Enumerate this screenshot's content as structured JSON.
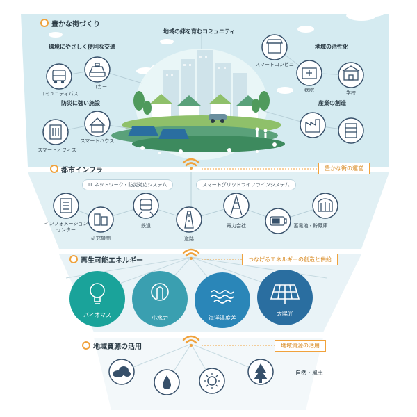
{
  "sections": {
    "town": "豊かな街づくり",
    "infra": "都市インフラ",
    "energy": "再生可能エネルギー",
    "resources": "地域資源の活用"
  },
  "tags": {
    "operation": "豊かな街の運営",
    "energy": "つなげるエネルギーの創造と供給",
    "resources": "地域資源の活用"
  },
  "town": {
    "community": "地域の絆を育むコミュニティ",
    "transport": {
      "title": "環境にやさしく便利な交通",
      "items": [
        "コミュニティバス",
        "エコカー"
      ]
    },
    "disaster": {
      "title": "防災に強い施設",
      "items": [
        "スマートオフィス",
        "スマートハウス"
      ]
    },
    "vitalize": {
      "title": "地域の活性化",
      "items": [
        "スマートコンビニ",
        "病院",
        "学校"
      ]
    },
    "industry": {
      "title": "産業の創造",
      "items": []
    }
  },
  "infra": {
    "network_system": "IT ネットワーク・防災対応システム",
    "grid_system": "スマートグリッドライフラインシステム",
    "items": [
      "インフォメーション\nセンター",
      "研究機関",
      "鉄道",
      "道路",
      "電力会社",
      "蓄電池・貯蔵庫"
    ]
  },
  "energy": {
    "items": [
      "バイオマス",
      "小水力",
      "海洋温度差",
      "太陽光"
    ]
  },
  "resources": {
    "nature": "自然・風土"
  },
  "colors": {
    "accent": "#f0a23c",
    "teal": "#1aa39a",
    "blue": "#2a86b8",
    "navy": "#2a6ea0",
    "icon": "#37506a"
  },
  "icons": {
    "town": [
      "bus-icon",
      "taxi-icon",
      "office-building-icon",
      "house-icon",
      "convenience-store-icon",
      "hospital-icon",
      "school-icon",
      "factory-icon",
      "building-icon"
    ],
    "infra": [
      "information-center-icon",
      "research-icon",
      "train-icon",
      "road-icon",
      "power-tower-icon",
      "battery-icon",
      "storage-icon"
    ],
    "energy": [
      "bulb-icon",
      "water-icon",
      "wave-icon",
      "solar-panel-icon"
    ],
    "resources": [
      "cloud-icon",
      "water-drop-icon",
      "sun-icon",
      "tree-icon"
    ]
  }
}
